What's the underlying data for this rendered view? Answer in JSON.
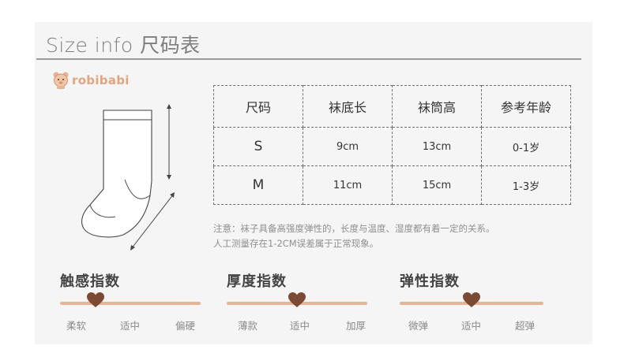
{
  "header": {
    "title": "Size info 尺码表"
  },
  "brand": {
    "name": "robibabi"
  },
  "table": {
    "headers": [
      "尺码",
      "袜底长",
      "袜筒高",
      "参考年龄"
    ],
    "rows": [
      [
        "S",
        "9cm",
        "13cm",
        "0-1岁"
      ],
      [
        "M",
        "11cm",
        "15cm",
        "1-3岁"
      ]
    ]
  },
  "note": {
    "line1": "注意：袜子具备高强度弹性的，长度与温度、湿度都有着一定的关系。",
    "line2": "人工测量存在1-2CM误差属于正常现象。"
  },
  "indices": [
    {
      "title": "触感指数",
      "labels": [
        "柔软",
        "适中",
        "偏硬"
      ],
      "level": 0.25
    },
    {
      "title": "厚度指数",
      "labels": [
        "薄款",
        "适中",
        "加厚"
      ],
      "level": 0.5
    },
    {
      "title": "弹性指数",
      "labels": [
        "微弹",
        "适中",
        "超弹"
      ],
      "level": 0.5
    }
  ],
  "colors": {
    "accent": "#7b4a34",
    "bar": "#e6b396",
    "brand": "#e0a57f"
  }
}
